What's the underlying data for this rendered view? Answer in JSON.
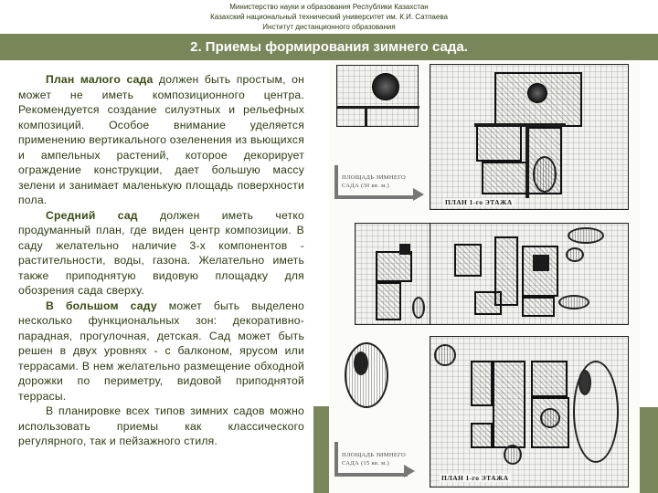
{
  "header": {
    "line1": "Министерство науки и образования Республики Казахстан",
    "line2": "Казахский национальный технический университет им. К.И. Сатпаева",
    "line3": "Институт дистанционного образования"
  },
  "title": "2. Приемы формирования зимнего сада.",
  "body": {
    "p1_bold": "План малого сада",
    "p1_text": " должен быть простым, он может не иметь композиционного центра. Рекомендуется создание силуэтных и рельефных композиций. Особое внимание уделяется применению вертикального озеленения из вьющихся и ампельных растений, которое декорирует ограждение конструкции, дает большую массу зелени и занимает маленькую площадь поверхности пола.",
    "p2_bold": "Средний сад",
    "p2_text": " должен иметь четко продуманный план, где виден центр композиции. В саду желательно наличие 3-х компонентов - растительности, воды, газона. Желательно иметь также приподнятую видовую площадку для обозрения сада сверху.",
    "p3_bold": "В большом саду",
    "p3_text": " может быть выделено несколько функциональных зон: декоративно-парадная, прогулочная, детская. Сад может быть решен в двух уровнях - с балконом, ярусом или террасами. В нем желательно размещение обходной дорожки по периметру, видовой приподнятой террасы.",
    "p4_text": "В планировке всех типов зимних садов можно использовать приемы как классического регулярного, так и пейзажного стиля."
  },
  "figure": {
    "plan1": {
      "area_label_line1": "ПЛОЩАДЬ ЗИМНЕГО",
      "area_label_line2": "САДА (30 кв. м.)",
      "floor_label": "ПЛАН 1-го ЭТАЖА"
    },
    "plan3": {
      "area_label_line1": "ПЛОЩАДЬ ЗИМНЕГО",
      "area_label_line2": "САДА (15 кв. м.)",
      "floor_label": "ПЛАН 1-го ЭТАЖА"
    }
  },
  "colors": {
    "accent_green": "#788659",
    "text_dark_olive": "#2d3a12"
  }
}
